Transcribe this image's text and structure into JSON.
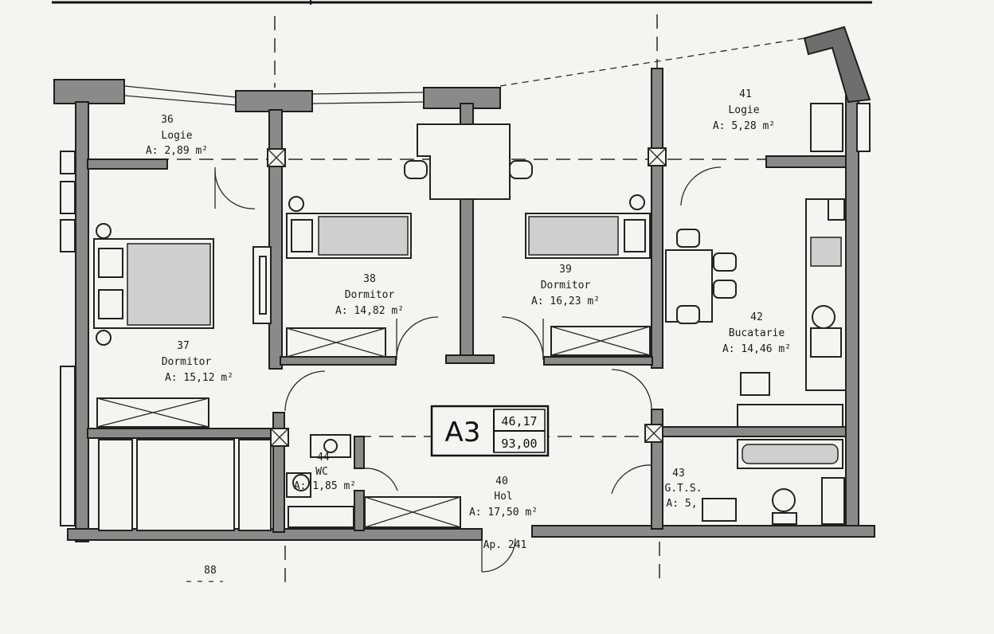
{
  "rooms": [
    {
      "id": "36",
      "name": "Logie",
      "area": "A: 2,89 m²"
    },
    {
      "id": "37",
      "name": "Dormitor",
      "area": "A: 15,12 m²"
    },
    {
      "id": "38",
      "name": "Dormitor",
      "area": "A: 14,82 m²"
    },
    {
      "id": "39",
      "name": "Dormitor",
      "area": "A: 16,23 m²"
    },
    {
      "id": "40",
      "name": "Hol",
      "area": "A: 17,50 m²"
    },
    {
      "id": "41",
      "name": "Logie",
      "area": "A: 5,28 m²"
    },
    {
      "id": "42",
      "name": "Bucatarie",
      "area": "A: 14,46 m²"
    },
    {
      "id": "43",
      "name": "G.T.S.",
      "area": "A: 5,"
    },
    {
      "id": "44",
      "name": "WC",
      "area": "A: 1,85 m²"
    }
  ],
  "apartment": {
    "code": "A3",
    "area_1": "46,17",
    "area_2": "93,00",
    "number": "Ap. 241"
  },
  "markers": {
    "bottom_left": "88"
  }
}
